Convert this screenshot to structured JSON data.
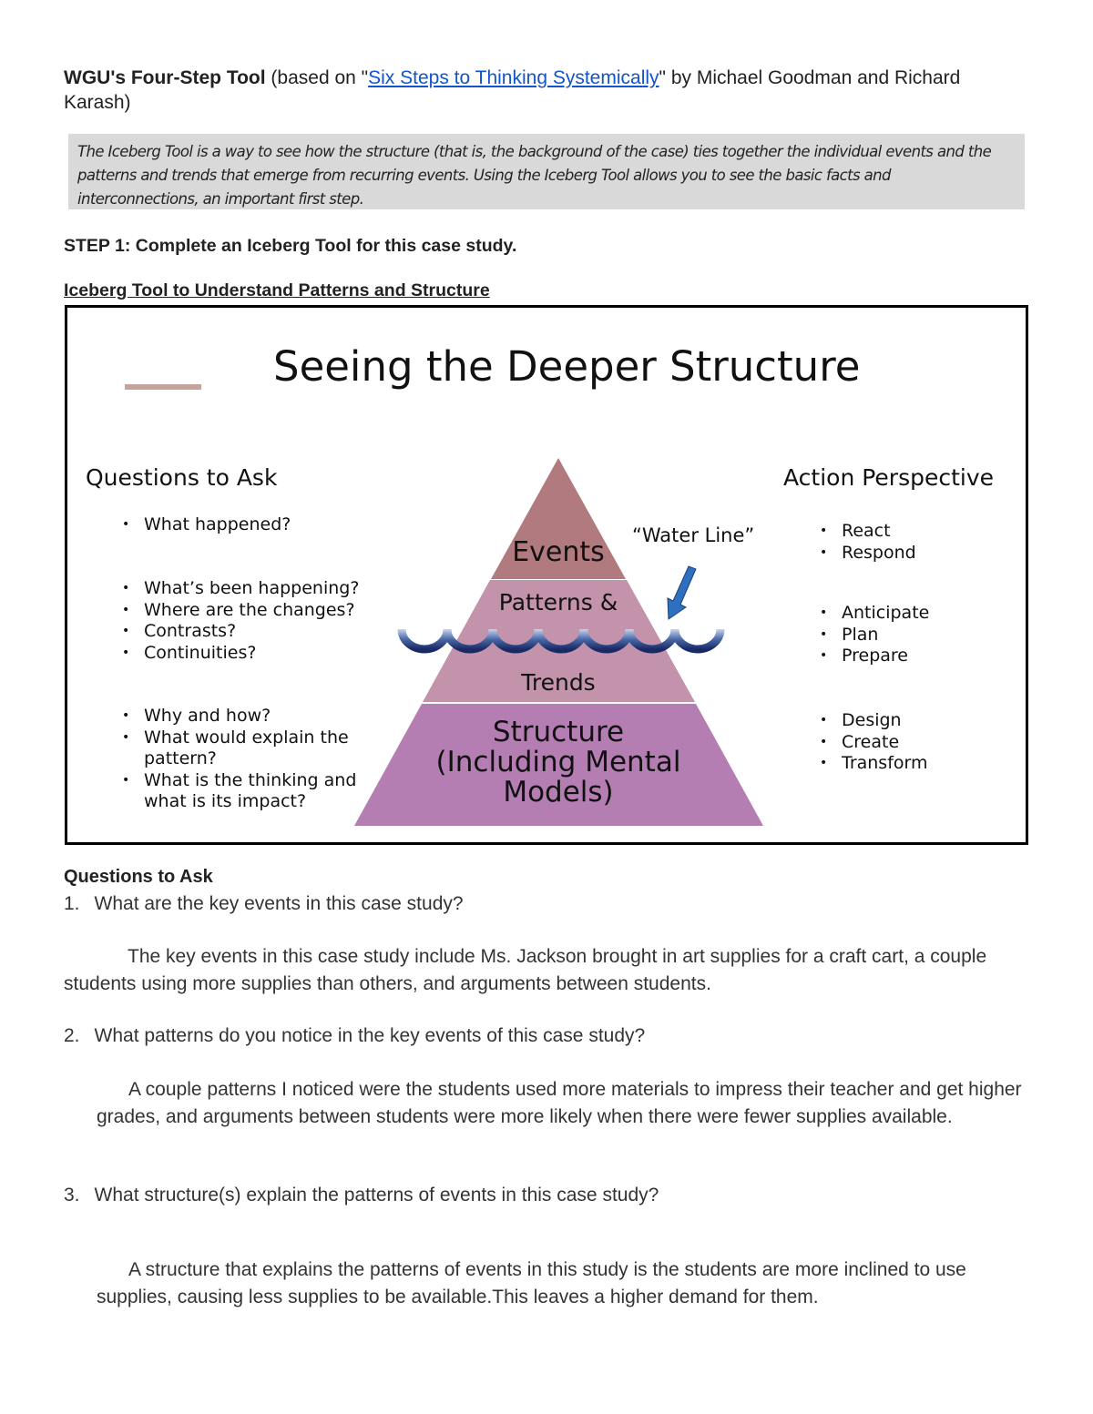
{
  "header": {
    "title_bold": "WGU's Four-Step Tool",
    "title_pre": " (based on \"",
    "link": "Six Steps to Thinking Systemically",
    "title_post": "\" by Michael Goodman and Richard Karash)"
  },
  "note": "The Iceberg Tool is a way to see how the structure (that is, the background of the case) ties together the individual events and the patterns and trends that emerge from recurring events. Using the Iceberg Tool allows you to see the basic facts and interconnections, an important first step.",
  "step1": "STEP 1: Complete an Iceberg Tool for this case study.",
  "iceberg_heading": "Iceberg Tool to Understand Patterns and Structure",
  "figure": {
    "title": "Seeing the Deeper Structure",
    "questions_heading": "Questions to Ask",
    "questions_groups": [
      [
        "What happened?"
      ],
      [
        "What’s been happening?",
        "Where are the changes?",
        "Contrasts?",
        "Continuities?"
      ],
      [
        "Why and how?",
        "What would explain the pattern?",
        "What is the thinking and what is its impact?"
      ]
    ],
    "action_heading": "Action Perspective",
    "action_groups": [
      [
        "React",
        "Respond"
      ],
      [
        "Anticipate",
        "Plan",
        "Prepare"
      ],
      [
        "Design",
        "Create",
        "Transform"
      ]
    ],
    "water_line": "“Water Line”",
    "levels": {
      "events": "Events",
      "patterns": "Patterns &",
      "trends": "Trends",
      "structure1": "Structure",
      "structure2": "(Including Mental",
      "structure3": "Models)"
    },
    "colors": {
      "events": "#b07a7e",
      "patterns": "#c293ab",
      "structure": "#b47eb3",
      "accent": "#c4a49a",
      "arrow": "#2f6fc0"
    }
  },
  "qa": {
    "heading": "Questions to Ask",
    "items": [
      {
        "num": "1.",
        "q": "What are the key events in this case study?",
        "a": "The key events in this case study include Ms. Jackson brought in art supplies for a craft cart, a couple students using more supplies than others, and arguments between students."
      },
      {
        "num": "2.",
        "q": "What patterns do you notice in the key events of this case study?",
        "a": "A couple patterns I noticed were the students used more materials to impress their teacher and get higher grades, and arguments between students were more likely when there were fewer supplies available."
      },
      {
        "num": "3.",
        "q": "What structure(s) explain the patterns of events in this case study?",
        "a": "A structure that explains the patterns of events in this study is the students are more inclined to use supplies, causing less supplies to be available.This leaves a higher demand for them."
      }
    ]
  }
}
